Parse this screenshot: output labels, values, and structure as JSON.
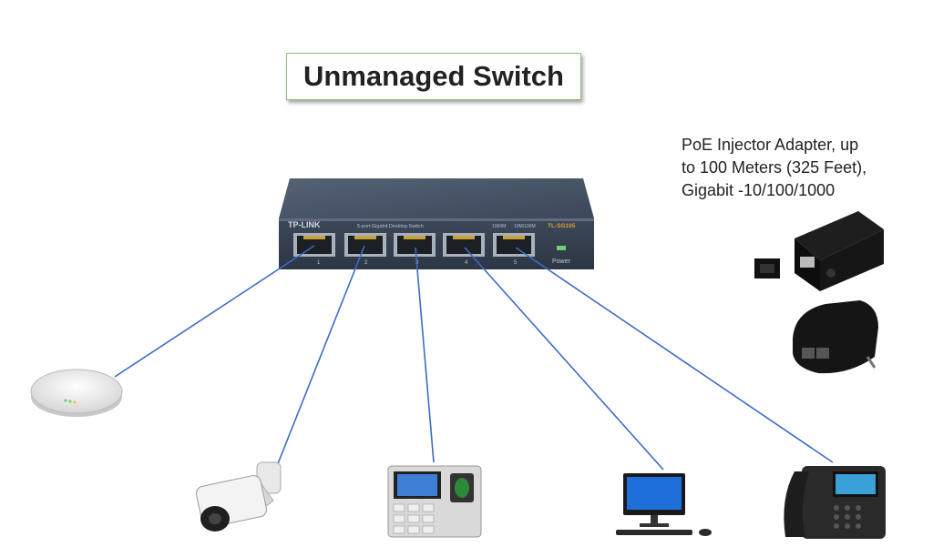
{
  "title": "Unmanaged Switch",
  "switch": {
    "brand": "TP-LINK",
    "subtitle": "5-port Gigabit Desktop Switch",
    "model": "TL-SG105",
    "speed_label": "1000M",
    "speed_label2": "10M/100M",
    "power_label": "Power",
    "ports": [
      "1",
      "2",
      "3",
      "4",
      "5"
    ]
  },
  "poe_injector": {
    "lines": [
      "PoE Injector Adapter, up",
      "to 100 Meters (325 Feet),",
      "Gigabit -10/100/1000"
    ]
  },
  "devices": [
    {
      "name": "access-point",
      "port": "1"
    },
    {
      "name": "ip-camera",
      "port": "2"
    },
    {
      "name": "biometric-terminal",
      "port": "3"
    },
    {
      "name": "desktop-computer",
      "port": "4"
    },
    {
      "name": "ip-phone",
      "port": "5"
    }
  ],
  "colors": {
    "wire": "#3b6cc4",
    "switch_body": "#3a4556",
    "switch_top": "#4a5668",
    "title_border": "#8fbf7a"
  }
}
